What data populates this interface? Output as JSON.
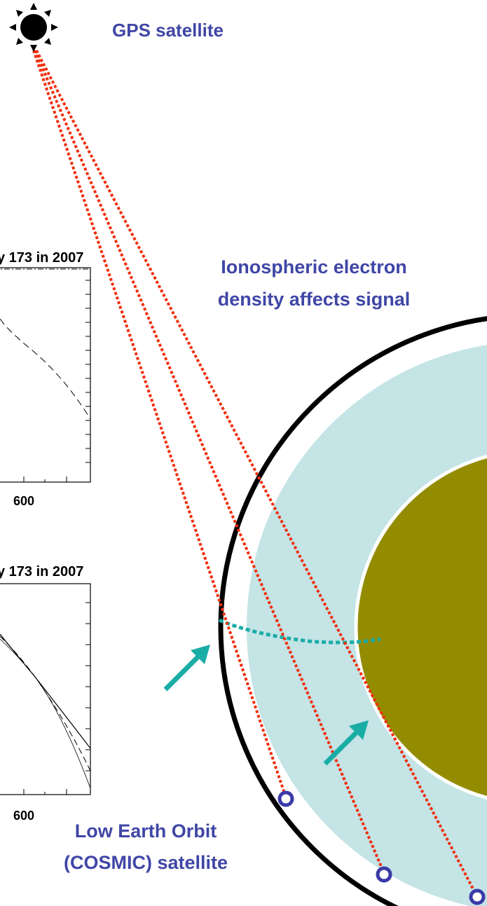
{
  "labels": {
    "gps_satellite": "GPS satellite",
    "ionosphere_line1": "Ionospheric electron",
    "ionosphere_line2": "density affects signal",
    "leo_line1": "Low Earth Orbit",
    "leo_line2": "(COSMIC) satellite"
  },
  "plots": [
    {
      "title": "y 173 in 2007",
      "x_tick": "600"
    },
    {
      "title": "y 173 in 2007",
      "x_tick": "600"
    }
  ],
  "colors": {
    "label_text": "#4046a6",
    "signal_path": "#f03010",
    "ionosphere": "#c4e4e6",
    "earth": "#948c00",
    "orbit": "#000000",
    "arrow": "#1aada6",
    "leo_marker": "#3a3aa8"
  },
  "icons": {
    "gps": "sun-like-satellite-icon"
  }
}
